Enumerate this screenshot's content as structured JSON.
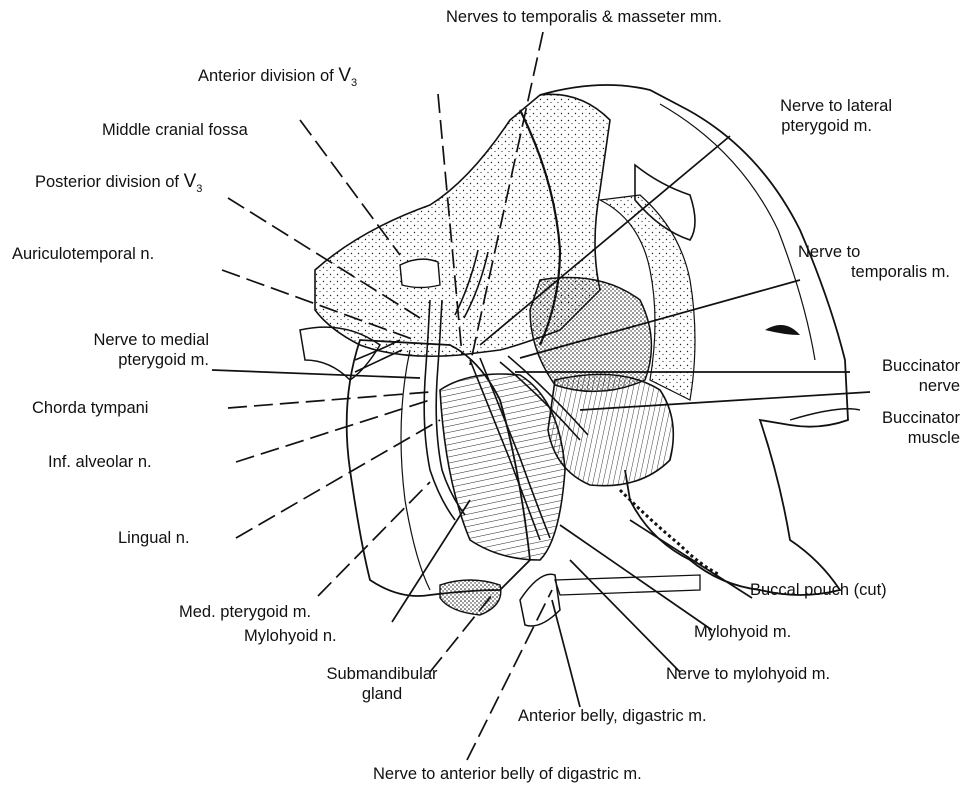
{
  "labels": {
    "nerves_temporalis_masseter": "Nerves to temporalis & masseter mm.",
    "anterior_division": "Anterior division of",
    "posterior_division": "Posterior division of",
    "v3_numeral": "V",
    "v3_sub": "3",
    "middle_cranial_fossa": "Middle cranial fossa",
    "auriculotemporal": "Auriculotemporal n.",
    "nerve_medial_pterygoid_1": "Nerve to medial",
    "nerve_medial_pterygoid_2": "pterygoid m.",
    "chorda_tympani": "Chorda tympani",
    "inf_alveolar": "Inf. alveolar n.",
    "lingual": "Lingual n.",
    "med_pterygoid": "Med. pterygoid m.",
    "mylohyoid_n": "Mylohyoid n.",
    "submandibular_1": "Submandibular",
    "submandibular_2": "gland",
    "nerve_anterior_belly": "Nerve to anterior belly of digastric m.",
    "anterior_belly": "Anterior belly, digastric m.",
    "nerve_mylohyoid": "Nerve to mylohyoid m.",
    "mylohyoid_m": "Mylohyoid m.",
    "buccal_pouch": "Buccal pouch (cut)",
    "buccinator_muscle_1": "Buccinator",
    "buccinator_muscle_2": "muscle",
    "buccinator_nerve_1": "Buccinator",
    "buccinator_nerve_2": "nerve",
    "nerve_temporalis_1": "Nerve to",
    "nerve_temporalis_2": "temporalis m.",
    "nerve_lateral_pterygoid_1": "Nerve to lateral",
    "nerve_lateral_pterygoid_2": "pterygoid m."
  }
}
